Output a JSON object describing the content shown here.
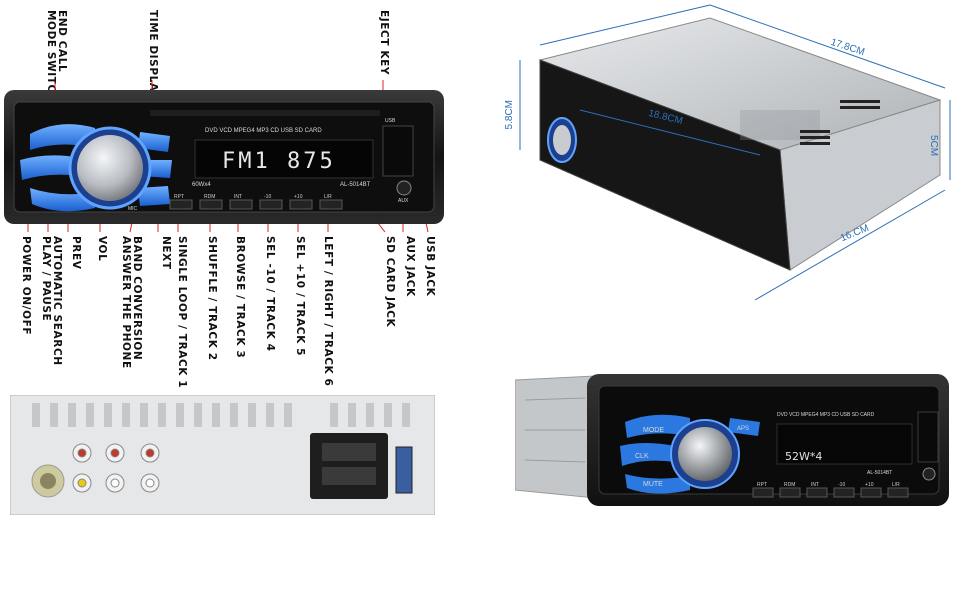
{
  "front_view": {
    "labels_top": {
      "end_call": "END CALL\nMODE SWITCH",
      "time_display": "TIME DISPLAY",
      "eject": "EJECT KEY"
    },
    "labels_bottom": [
      "POWER ON/OFF",
      "AUTOMATIC SEARCH\nPLAY / PAUSE",
      "PREV",
      "VOL",
      "NEXT",
      "BAND CONVERSION\nANSWER THE PHONE",
      "SINGLE LOOP / TRACK 1",
      "SHUFFLE / TRACK 2",
      "BROWSE / TRACK 3",
      "SEL -10 / TRACK 4",
      "SEL +10 / TRACK 5",
      "LEFT / RIGHT / TRACK 6",
      "SD CARD JACK",
      "AUX JACK",
      "USB JACK"
    ],
    "display_text": "FM1 875",
    "faceplate_title": "DVD VCD MPEG4 MP3 CD USB SD CARD",
    "model": "AL-5014BT",
    "power": "60Wx4",
    "buttons": [
      "RPT",
      "RDM",
      "INT",
      "-10",
      "+10",
      "L/R"
    ],
    "mic": "MIC",
    "usb": "USB",
    "aux": "AUX"
  },
  "dimensions": {
    "length": "17.8CM",
    "depth": "18.8CM",
    "height_front": "5.8CM",
    "height_back": "5CM",
    "width": "16.CM"
  },
  "angle_view": {
    "power": "52W*4",
    "faceplate_title": "DVD VCD MPEG4 MP3 CD USB SD CARD",
    "model": "AL-5014BT",
    "buttons": [
      "RPT",
      "RDM",
      "INT",
      "-10",
      "+10",
      "L/R"
    ],
    "mode": "MODE",
    "clk": "CLK",
    "mute": "MUTE",
    "aps": "APS"
  },
  "colors": {
    "accent_blue": "#3b8ef0",
    "dimension_blue": "#2a6fb8",
    "body_black": "#1a1a1a"
  }
}
